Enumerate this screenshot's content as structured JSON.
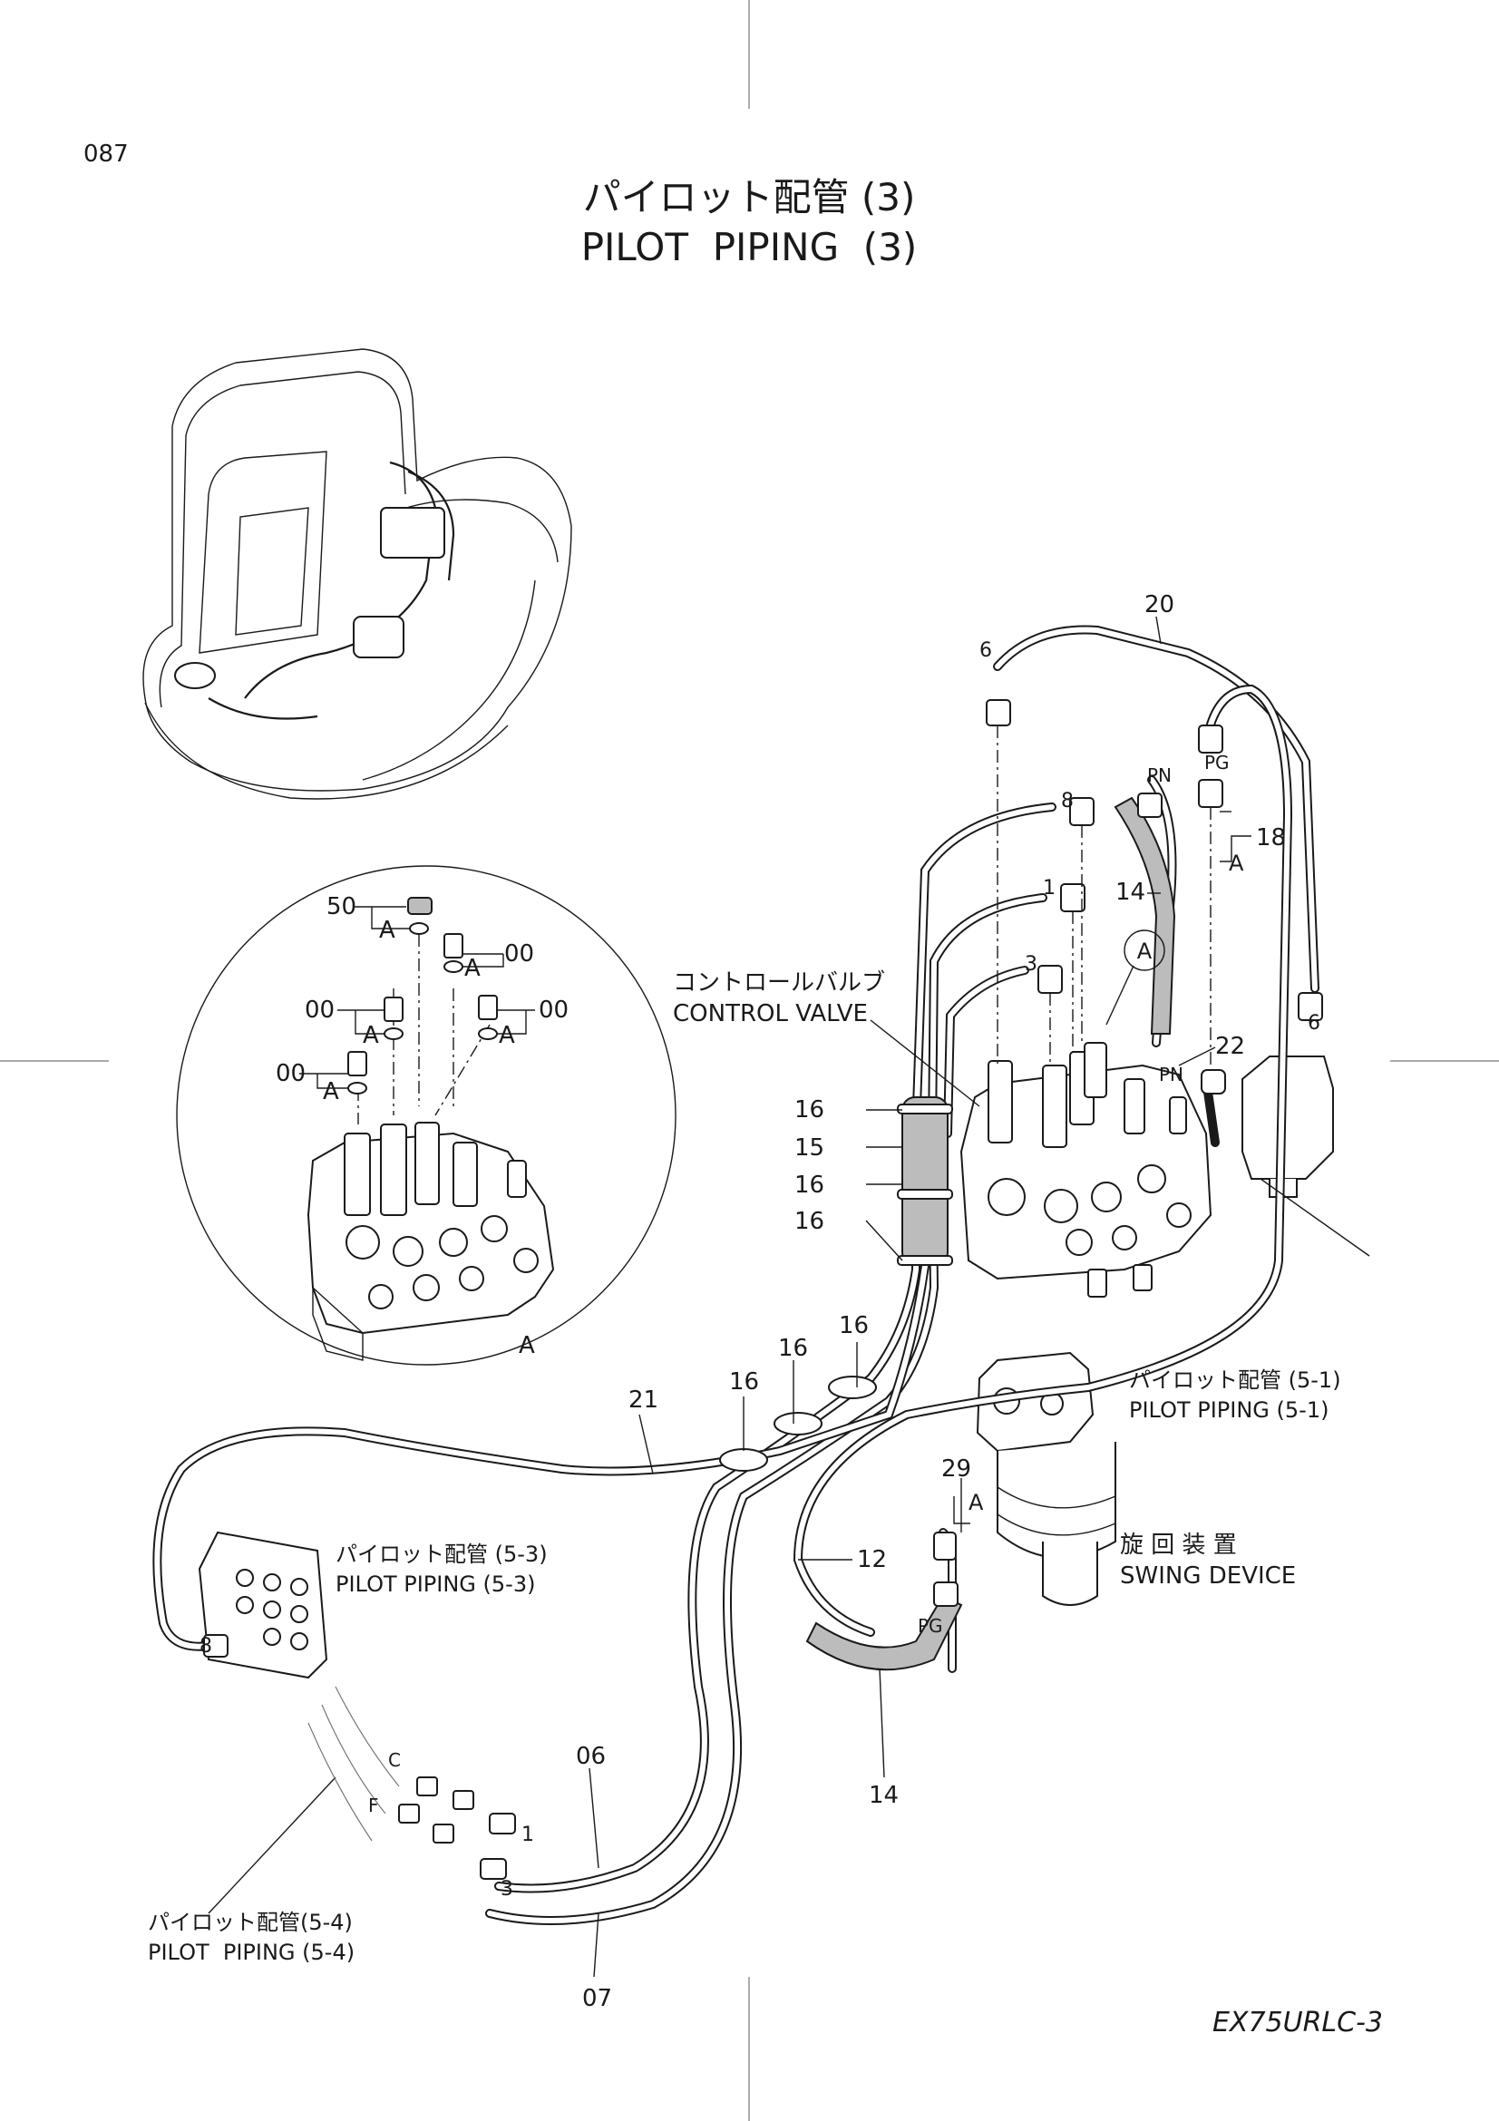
{
  "page_number": "087",
  "title": {
    "ja": "パイロット配管 (3)",
    "en": "PILOT  PIPING  (3)"
  },
  "model": "EX75URLC-3",
  "components": {
    "control_valve": {
      "ja": "コントロールバルブ",
      "en": "CONTROL VALVE"
    },
    "swing_device": {
      "ja": "旋 回 装 置",
      "en": "SWING DEVICE"
    },
    "pilot_piping_5_1": {
      "ja": "パイロット配管 (5-1)",
      "en": "PILOT PIPING (5-1)"
    },
    "pilot_piping_5_3": {
      "ja": "パイロット配管 (5-3)",
      "en": "PILOT PIPING (5-3)"
    },
    "pilot_piping_5_4": {
      "ja": "パイロット配管(5-4)",
      "en": "PILOT  PIPING (5-4)"
    }
  },
  "detail": {
    "callout": "A",
    "labels": [
      "50",
      "00",
      "00",
      "00",
      "00"
    ],
    "o_ring_mark": "A"
  },
  "callouts": {
    "p20": "20",
    "p6a": "6",
    "p6b": "6",
    "p8a": "8",
    "p8b": "8",
    "p1a": "1",
    "p1b": "1",
    "p3a": "3",
    "p3b": "3",
    "p18": "18",
    "p14a": "14",
    "p14b": "14",
    "p22": "22",
    "p16a": "16",
    "p15": "15",
    "p16b": "16",
    "p16c": "16",
    "p16d": "16",
    "p16e": "16",
    "p16f": "16",
    "p21": "21",
    "p29": "29",
    "p12": "12",
    "p06": "06",
    "p07": "07",
    "pn_a": "PN",
    "pn_b": "PN",
    "pg_a": "PG",
    "pg_b": "PG",
    "a_18": "A",
    "a_29": "A",
    "a_circle": "A",
    "port_c": "C",
    "port_f": "F"
  }
}
